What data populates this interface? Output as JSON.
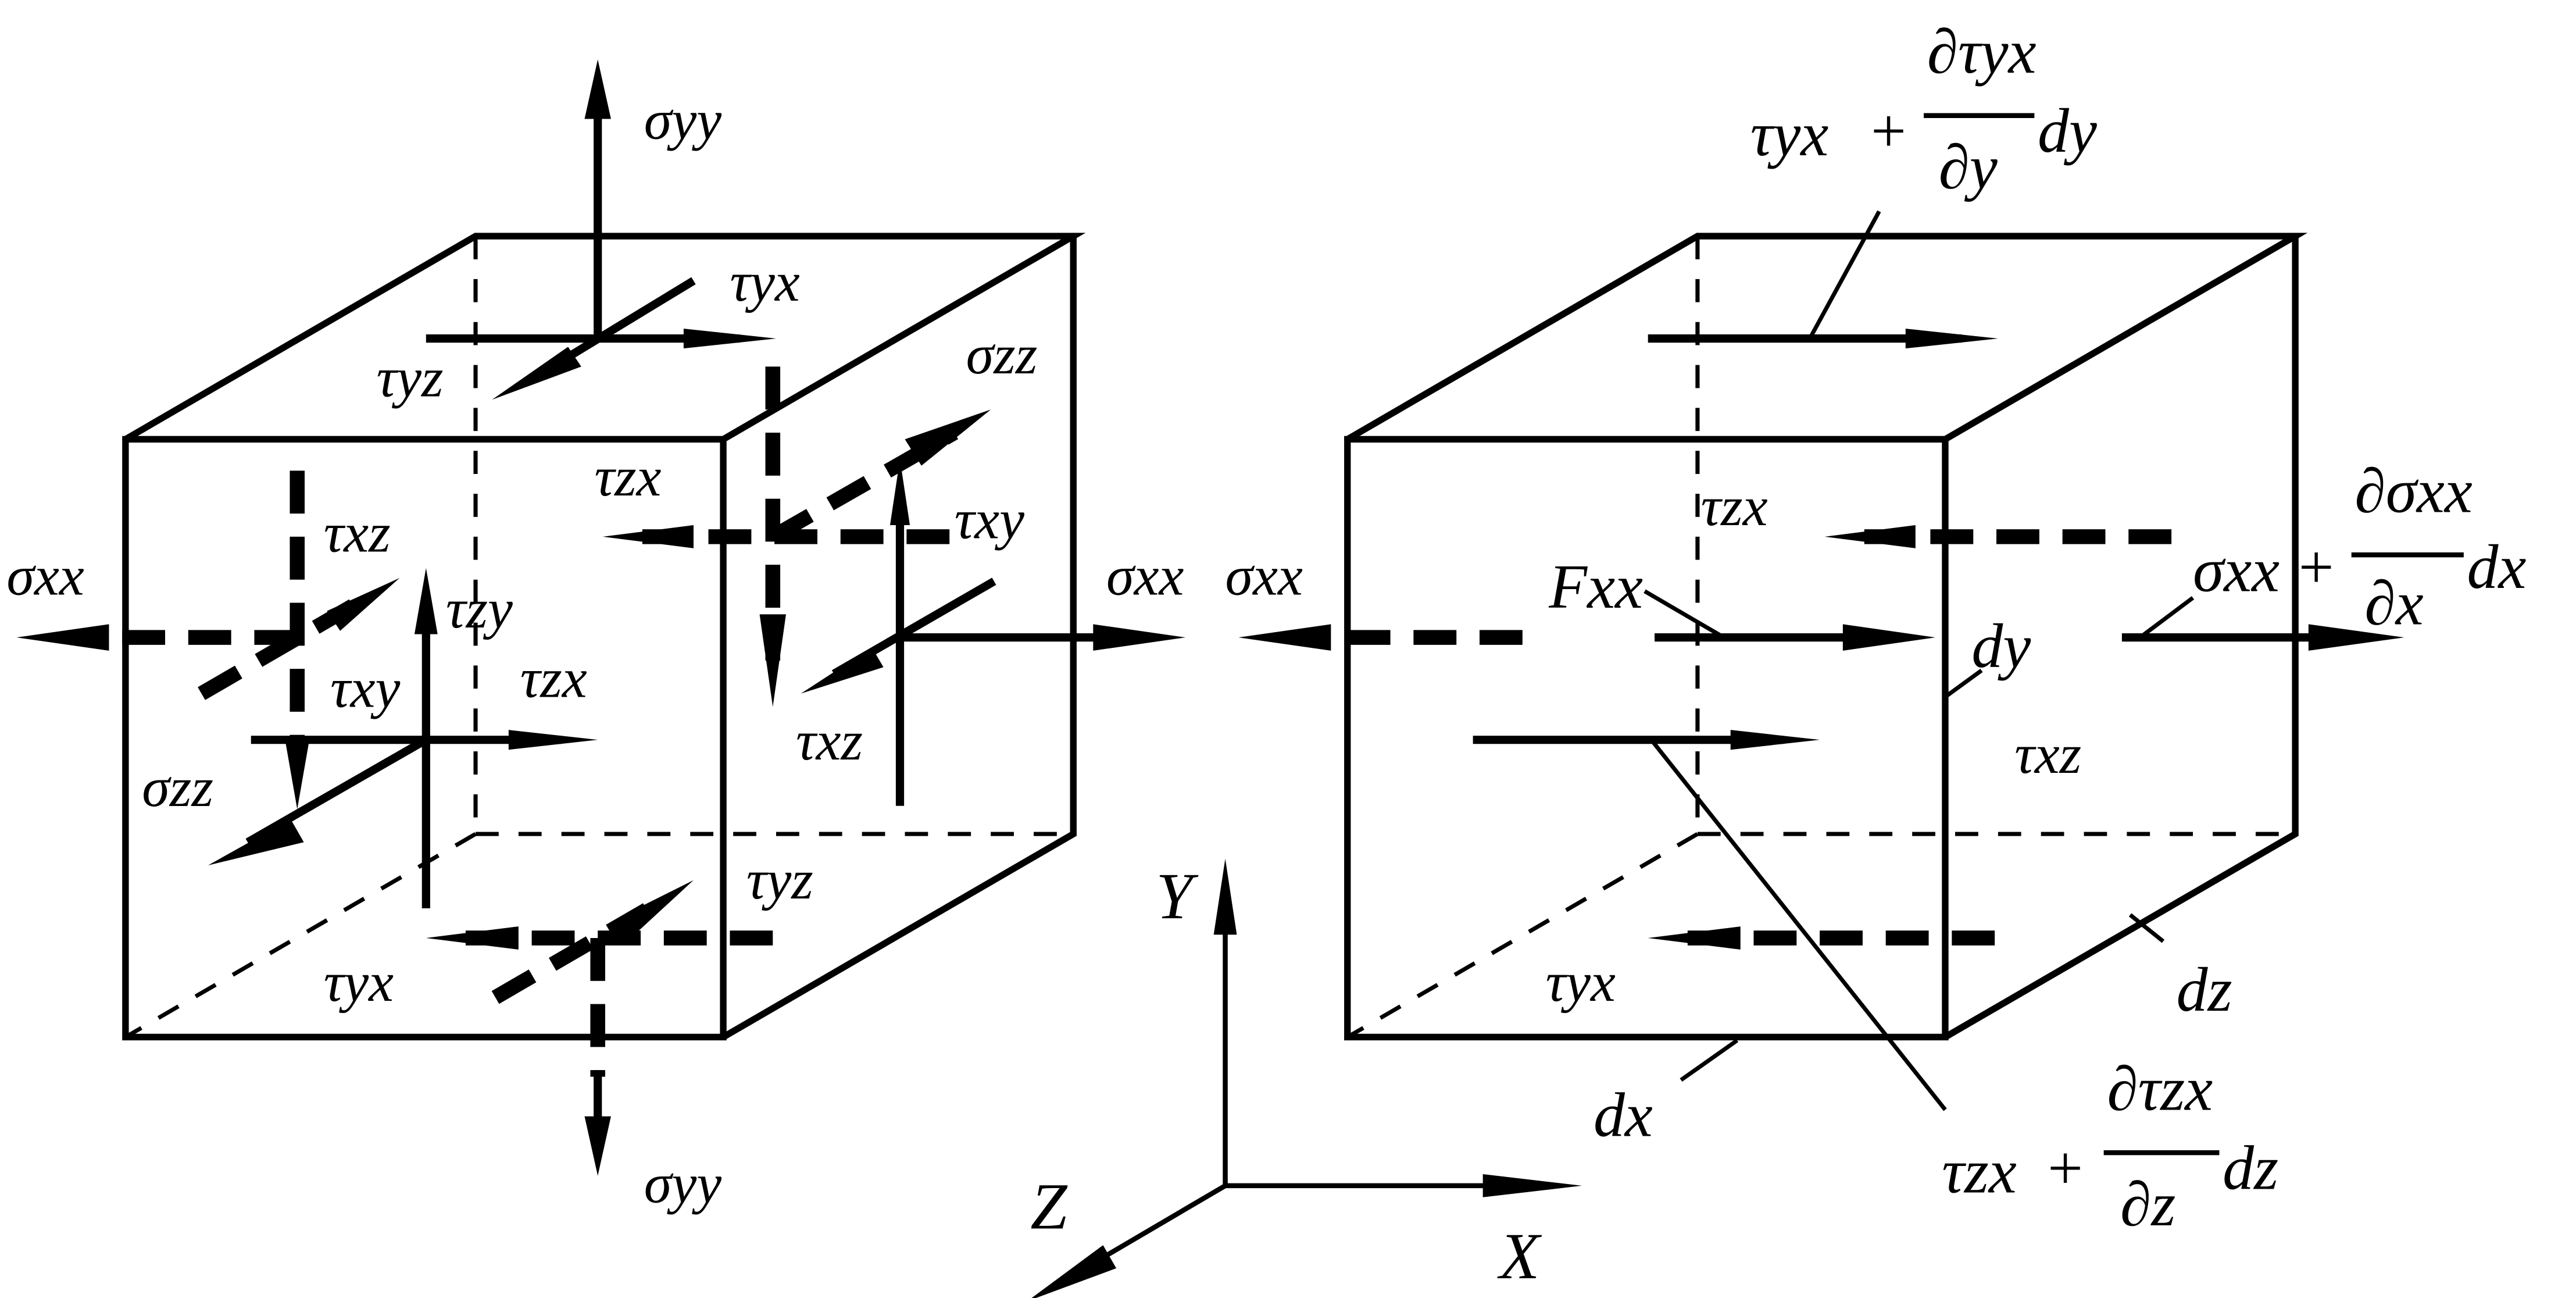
{
  "labels": {
    "sigma_yy_top": "σyy",
    "sigma_yy_bottom": "σyy",
    "sigma_xx_left": "σxx",
    "sigma_xx_right": "σxx",
    "sigma_zz_back": "σzz",
    "sigma_zz_front": "σzz",
    "tau_yx_top": "τyx",
    "tau_yz_top": "τyz",
    "tau_zx_back": "τzx",
    "tau_xy_right": "τxy",
    "tau_xz_left": "τxz",
    "tau_zy_front": "τzy",
    "tau_xy_front": "τxy",
    "tau_zx_front": "τzx",
    "tau_xz_right": "τxz",
    "tau_yz_bottom": "τyz",
    "tau_yx_bottom": "τyx",
    "r_sigma_xx_left": "σxx",
    "r_tau_zx_back": "τzx",
    "r_F_xx": "Fxx",
    "r_dy": "dy",
    "r_tau_xz": "τxz",
    "r_tau_yx_bottom": "τyx",
    "r_dz": "dz",
    "r_dx": "dx",
    "axis_x": "X",
    "axis_y": "Y",
    "axis_z": "Z"
  },
  "formulas": {
    "top": {
      "base": "τyx",
      "plus": "+",
      "num": "∂τyx",
      "den": "∂y",
      "diff": "dy"
    },
    "right": {
      "base": "σxx",
      "plus": "+",
      "num": "∂σxx",
      "den": "∂x",
      "diff": "dx"
    },
    "bottom": {
      "base": "τzx",
      "plus": "+",
      "num": "∂τzx",
      "den": "∂z",
      "diff": "dz"
    }
  }
}
